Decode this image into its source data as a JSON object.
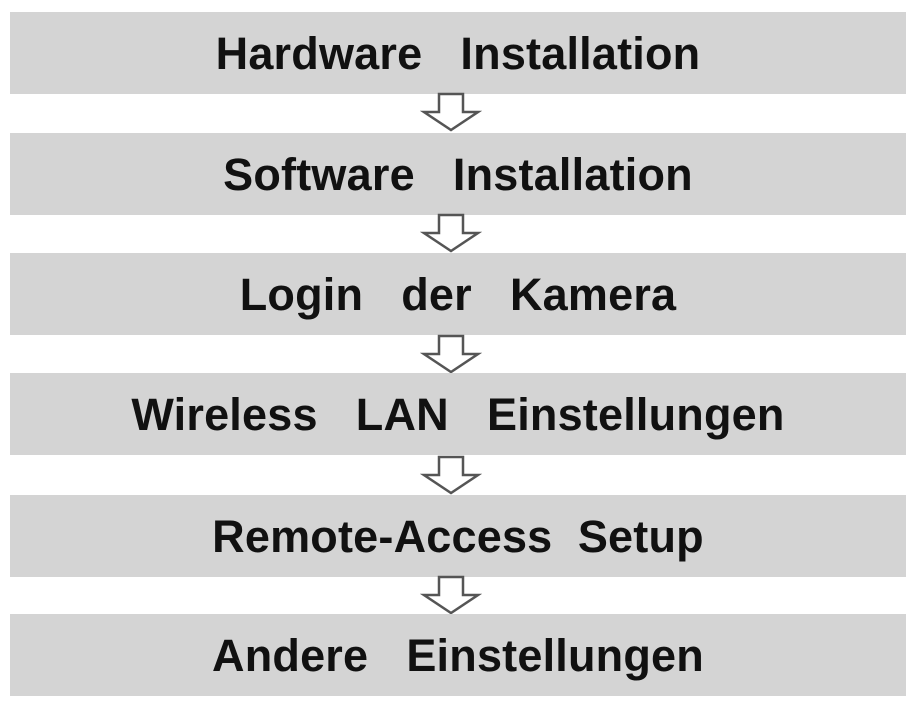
{
  "flow": {
    "steps": [
      {
        "label": "Hardware   Installation"
      },
      {
        "label": "Software   Installation"
      },
      {
        "label": "Login   der   Kamera"
      },
      {
        "label": "Wireless   LAN   Einstellungen"
      },
      {
        "label": "Remote-Access  Setup"
      },
      {
        "label": "Andere   Einstellungen"
      }
    ],
    "arrow_icon": "hollow-down-arrow-icon",
    "colors": {
      "box_fill": "#d4d4d4",
      "text": "#111111",
      "arrow_stroke": "#555555",
      "background": "#ffffff"
    }
  }
}
